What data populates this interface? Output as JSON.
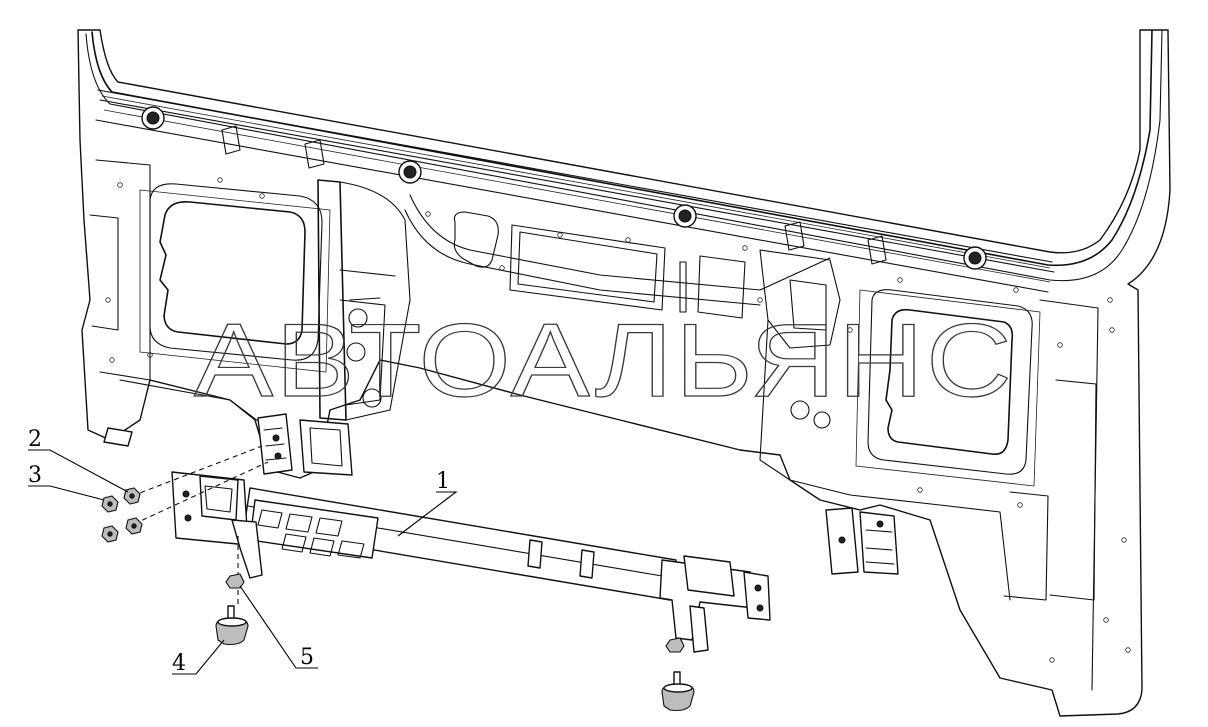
{
  "figure": {
    "watermark": "АВТОАЛЬЯНС",
    "callouts": [
      {
        "id": "1",
        "label": "1"
      },
      {
        "id": "2",
        "label": "2"
      },
      {
        "id": "3",
        "label": "3"
      },
      {
        "id": "4",
        "label": "4"
      },
      {
        "id": "5",
        "label": "5"
      }
    ]
  }
}
